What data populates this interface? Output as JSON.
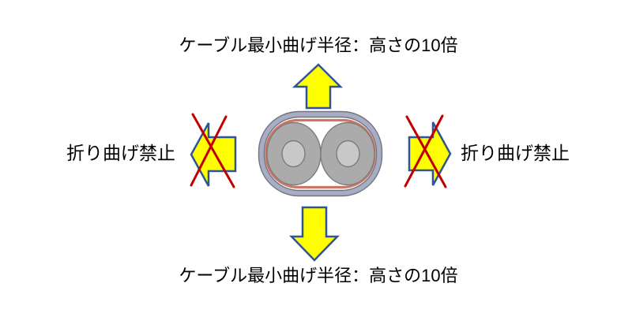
{
  "labels": {
    "top_caption": "ケーブル最小曲げ半径：高さの10倍",
    "bottom_caption": "ケーブル最小曲げ半径：高さの10倍",
    "left_caption": "折り曲げ禁止",
    "right_caption": "折り曲げ禁止"
  },
  "icons": {
    "up_arrow": "bend-allowed-up-arrow",
    "down_arrow": "bend-allowed-down-arrow",
    "left_arrow": "bend-prohibited-left-arrow",
    "right_arrow": "bend-prohibited-right-arrow",
    "left_x": "prohibition-cross",
    "right_x": "prohibition-cross",
    "cable": "flat-cable-cross-section"
  },
  "colors": {
    "background": "#ffffff",
    "text": "#000000",
    "arrow_fill": "#ffff00",
    "arrow_border": "#2f5597",
    "prohibit_x": "#c00000",
    "jacket_fill": "#a7adc4",
    "jacket_border": "#73757c",
    "inner_fill": "#ffffff",
    "shield_stroke": "#cd7569",
    "conductor_fill": "#ababab",
    "conductor_border": "#7c7c7c",
    "core_fill": "#c8c8c8",
    "core_border": "#7c7c7c"
  }
}
